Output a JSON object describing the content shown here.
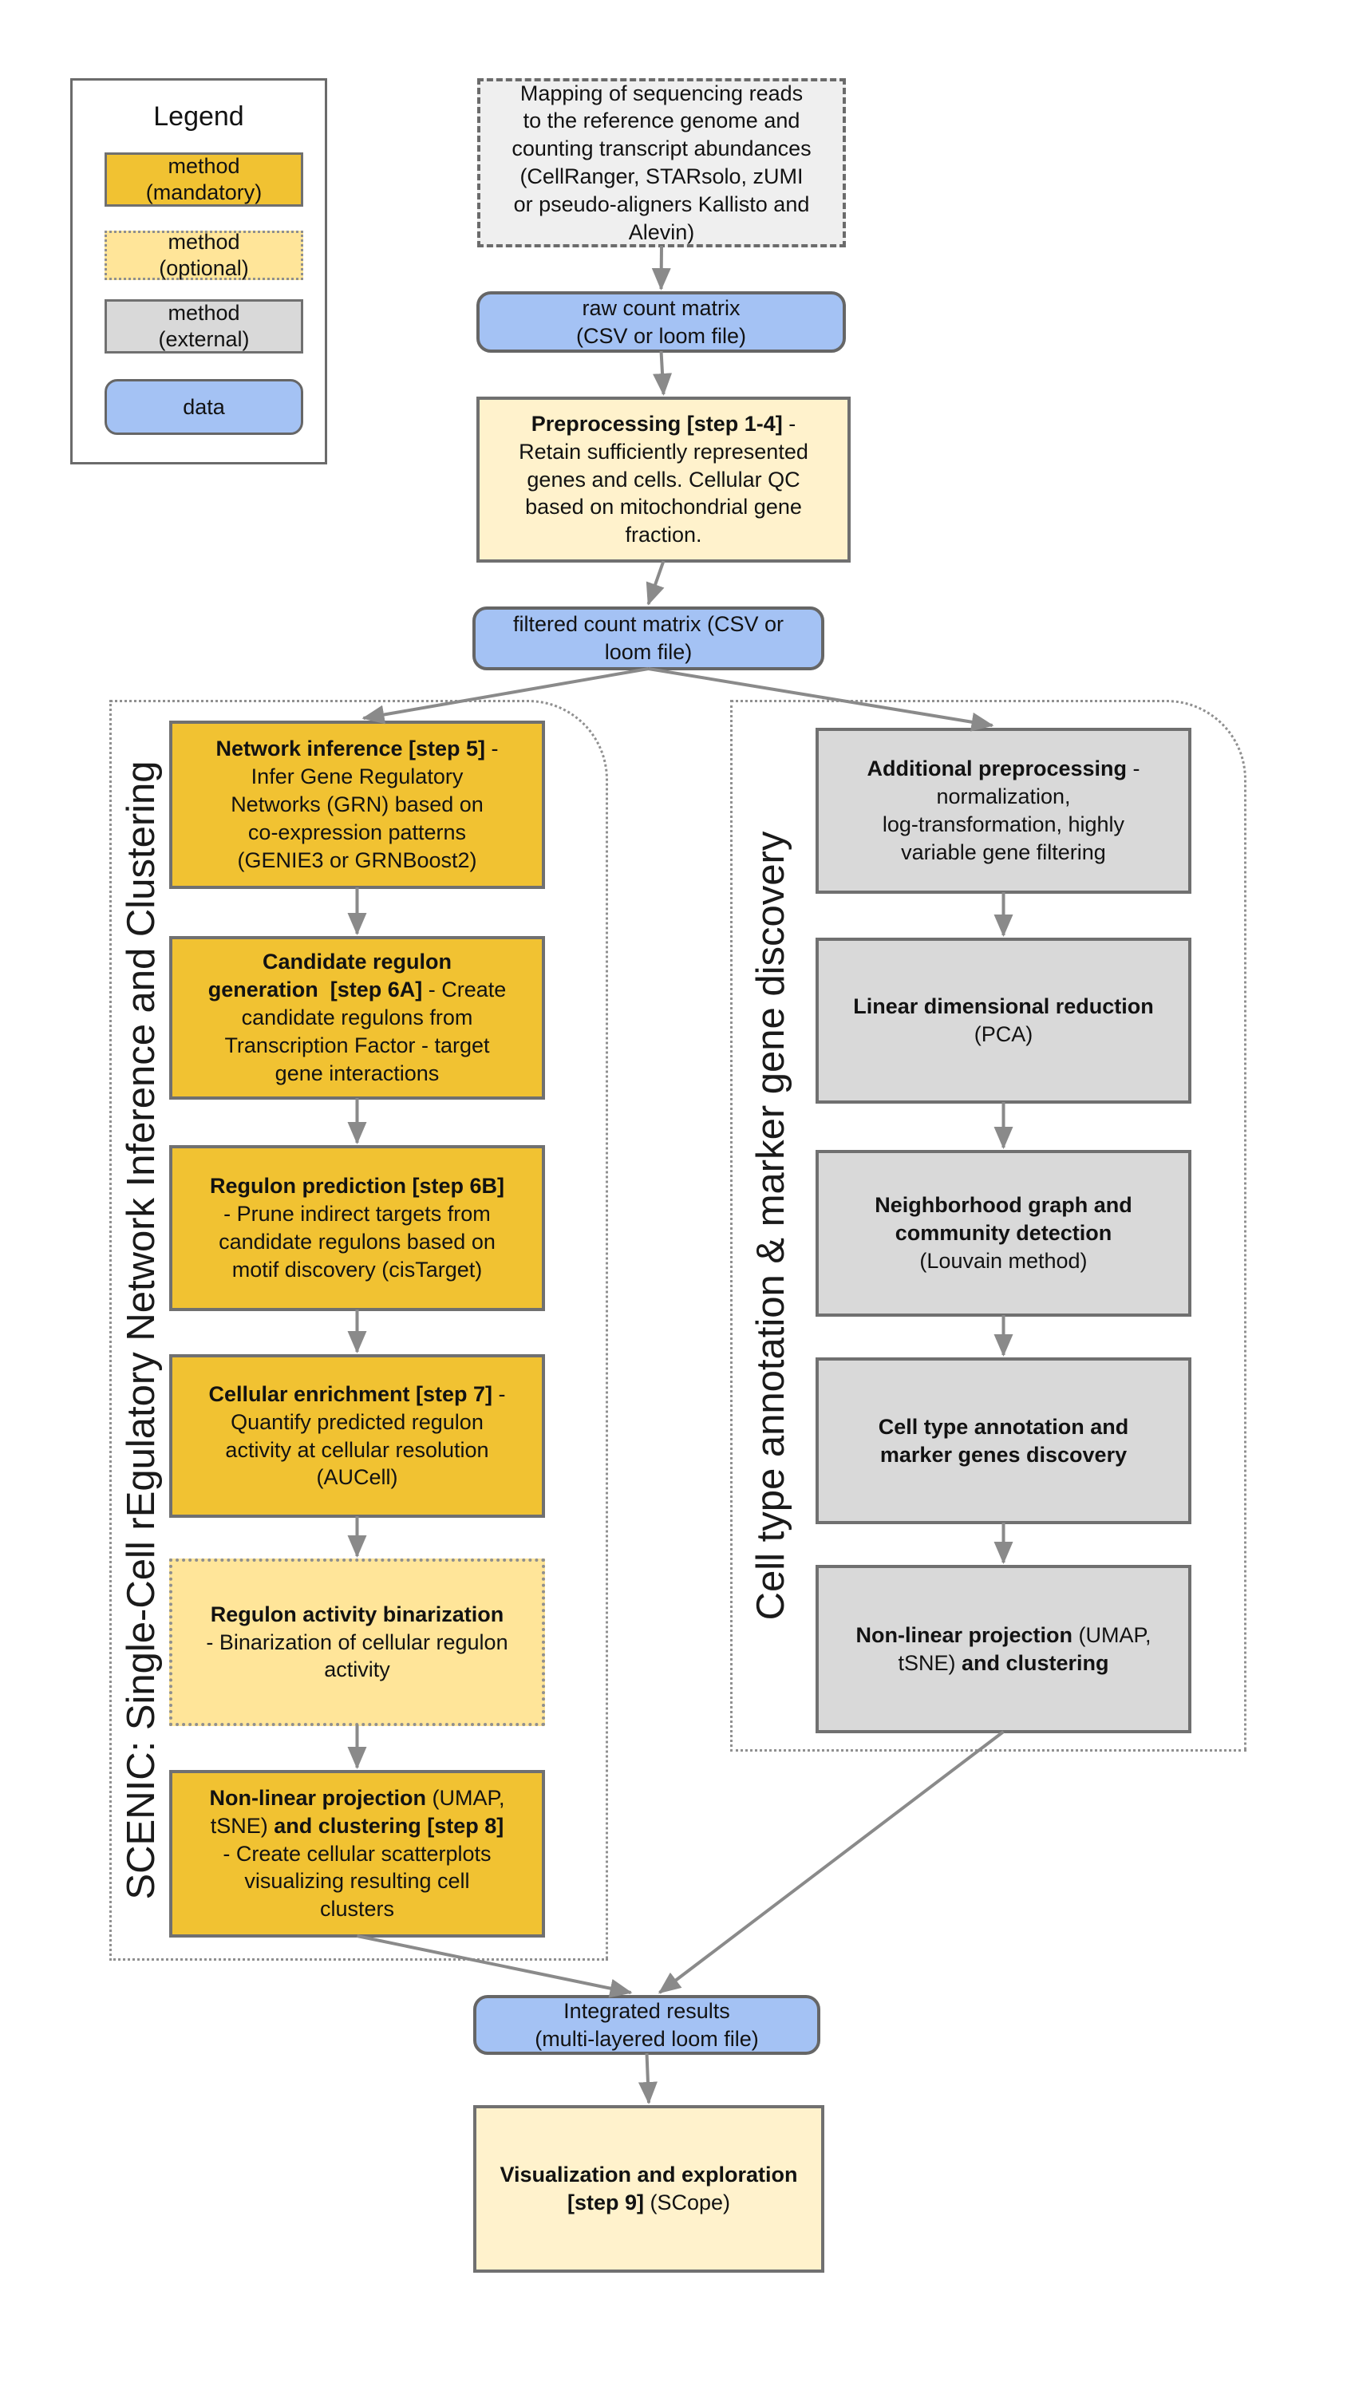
{
  "colors": {
    "gold": "#F1C232",
    "light_yellow": "#FFE599",
    "cream": "#FFF2CC",
    "gray_box": "#D9D9D9",
    "light_gray": "#EFEFEF",
    "blue": "#A4C2F4",
    "border": "#707070",
    "arrow": "#8A8A8A"
  },
  "legend": {
    "title": "Legend",
    "items": [
      {
        "id": "mandatory",
        "label": "method\n(mandatory)"
      },
      {
        "id": "optional",
        "label": "method\n(optional)"
      },
      {
        "id": "external",
        "label": "method\n(external)"
      },
      {
        "id": "data",
        "label": "data"
      }
    ]
  },
  "groups": {
    "scenic": {
      "label": "SCENIC: Single-Cell rEgulatory Network Inference and Clustering"
    },
    "celltype": {
      "label": "Cell type annotation & marker gene discovery"
    }
  },
  "nodes": {
    "mapping": {
      "segments": [
        {
          "t": "Mapping of sequencing reads\nto the reference genome and\ncounting transcript abundances\n(CellRanger, STARsolo, zUMI\nor pseudo-aligners Kallisto and\nAlevin)",
          "b": false
        }
      ]
    },
    "raw": {
      "segments": [
        {
          "t": "raw count matrix\n(CSV or loom file)",
          "b": false
        }
      ]
    },
    "preprocessing": {
      "segments": [
        {
          "t": "Preprocessing [step 1-4]",
          "b": true
        },
        {
          "t": " -\nRetain sufficiently represented\ngenes and cells. Cellular QC\nbased on mitochondrial gene\nfraction.",
          "b": false
        }
      ]
    },
    "filtered": {
      "segments": [
        {
          "t": "filtered count matrix (CSV or\nloom file)",
          "b": false
        }
      ]
    },
    "network_inference": {
      "segments": [
        {
          "t": "Network inference [step 5]",
          "b": true
        },
        {
          "t": " -\nInfer Gene Regulatory\nNetworks (GRN) based on\nco-expression patterns\n(GENIE3 or GRNBoost2)",
          "b": false
        }
      ]
    },
    "candidate_regulon": {
      "segments": [
        {
          "t": "Candidate regulon\ngeneration  [step 6A]",
          "b": true
        },
        {
          "t": " - Create\ncandidate regulons from\nTranscription Factor - target\ngene interactions",
          "b": false
        }
      ]
    },
    "regulon_prediction": {
      "segments": [
        {
          "t": "Regulon prediction [step 6B]",
          "b": true
        },
        {
          "t": "\n- Prune indirect targets from\ncandidate regulons based on\nmotif discovery (cisTarget)",
          "b": false
        }
      ]
    },
    "cellular_enrichment": {
      "segments": [
        {
          "t": "Cellular enrichment [step 7]",
          "b": true
        },
        {
          "t": " -\nQuantify predicted regulon\nactivity at cellular resolution\n(AUCell)",
          "b": false
        }
      ]
    },
    "regulon_binarization": {
      "segments": [
        {
          "t": "Regulon activity binarization",
          "b": true
        },
        {
          "t": "\n- Binarization of cellular regulon\nactivity",
          "b": false
        }
      ]
    },
    "nonlinear_scenic": {
      "segments": [
        {
          "t": "Non-linear projection",
          "b": true
        },
        {
          "t": " (UMAP,\ntSNE) ",
          "b": false
        },
        {
          "t": "and clustering [step 8]",
          "b": true
        },
        {
          "t": "\n- Create cellular scatterplots\nvisualizing resulting cell\nclusters",
          "b": false
        }
      ]
    },
    "additional_preprocessing": {
      "segments": [
        {
          "t": "Additional preprocessing",
          "b": true
        },
        {
          "t": " -\nnormalization,\nlog-transformation, highly\nvariable gene filtering",
          "b": false
        }
      ]
    },
    "linear_dim_reduction": {
      "segments": [
        {
          "t": "Linear dimensional reduction",
          "b": true
        },
        {
          "t": "\n(PCA)",
          "b": false
        }
      ]
    },
    "neighborhood_graph": {
      "segments": [
        {
          "t": "Neighborhood graph and\ncommunity detection",
          "b": true
        },
        {
          "t": "\n(Louvain method)",
          "b": false
        }
      ]
    },
    "cell_type_annotation": {
      "segments": [
        {
          "t": "Cell type annotation and\nmarker genes discovery",
          "b": true
        }
      ]
    },
    "nonlinear_celltype": {
      "segments": [
        {
          "t": "Non-linear projection",
          "b": true
        },
        {
          "t": " (UMAP,\ntSNE) ",
          "b": false
        },
        {
          "t": "and clustering",
          "b": true
        }
      ]
    },
    "integrated_results": {
      "segments": [
        {
          "t": "Integrated results\n(multi-layered loom file)",
          "b": false
        }
      ]
    },
    "visualization": {
      "segments": [
        {
          "t": "Visualization and exploration\n[step 9]",
          "b": true
        },
        {
          "t": " (SCope)",
          "b": false
        }
      ]
    }
  },
  "edges": [
    {
      "from": "mapping",
      "to": "raw"
    },
    {
      "from": "raw",
      "to": "preprocessing"
    },
    {
      "from": "preprocessing",
      "to": "filtered"
    },
    {
      "from": "filtered",
      "to": "network_inference",
      "tdx": 8
    },
    {
      "from": "filtered",
      "to": "additional_preprocessing",
      "tdx": -14
    },
    {
      "from": "network_inference",
      "to": "candidate_regulon"
    },
    {
      "from": "candidate_regulon",
      "to": "regulon_prediction"
    },
    {
      "from": "regulon_prediction",
      "to": "cellular_enrichment"
    },
    {
      "from": "cellular_enrichment",
      "to": "regulon_binarization"
    },
    {
      "from": "regulon_binarization",
      "to": "nonlinear_scenic"
    },
    {
      "from": "additional_preprocessing",
      "to": "linear_dim_reduction"
    },
    {
      "from": "linear_dim_reduction",
      "to": "neighborhood_graph"
    },
    {
      "from": "neighborhood_graph",
      "to": "cell_type_annotation"
    },
    {
      "from": "cell_type_annotation",
      "to": "nonlinear_celltype"
    },
    {
      "from": "nonlinear_scenic",
      "to": "integrated_results",
      "tdx": -20
    },
    {
      "from": "nonlinear_celltype",
      "to": "integrated_results",
      "tdx": 16
    },
    {
      "from": "integrated_results",
      "to": "visualization"
    }
  ]
}
